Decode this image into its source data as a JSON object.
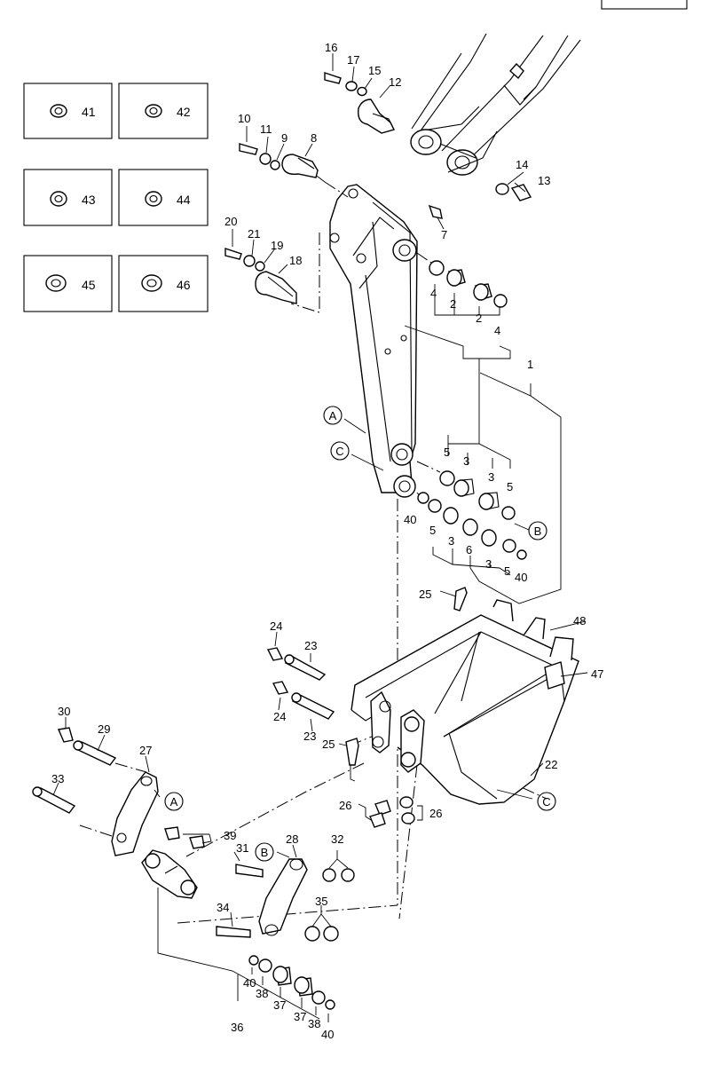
{
  "diagram": {
    "callouts": {
      "c1": "1",
      "c2a": "2",
      "c2b": "2",
      "c3a": "3",
      "c3b": "3",
      "c3c": "3",
      "c3d": "3",
      "c4a": "4",
      "c4b": "4",
      "c5a": "5",
      "c5b": "5",
      "c5c": "5",
      "c5d": "5",
      "c6": "6",
      "c7": "7",
      "c8": "8",
      "c9": "9",
      "c10": "10",
      "c11": "11",
      "c12": "12",
      "c13": "13",
      "c14": "14",
      "c15": "15",
      "c16": "16",
      "c17": "17",
      "c18": "18",
      "c19": "19",
      "c20": "20",
      "c21": "21",
      "c22": "22",
      "c23a": "23",
      "c23b": "23",
      "c24a": "24",
      "c24b": "24",
      "c25a": "25",
      "c25b": "25",
      "c26a": "26",
      "c26b": "26",
      "c27": "27",
      "c28": "28",
      "c29": "29",
      "c30": "30",
      "c31": "31",
      "c32": "32",
      "c33": "33",
      "c34": "34",
      "c35": "35",
      "c36": "36",
      "c37a": "37",
      "c37b": "37",
      "c38a": "38",
      "c38b": "38",
      "c39": "39",
      "c40a": "40",
      "c40b": "40",
      "c40c": "40",
      "c40d": "40",
      "c47": "47",
      "c48": "48"
    },
    "inset_boxes": [
      "41",
      "42",
      "43",
      "44",
      "45",
      "46"
    ],
    "reference_markers": {
      "a_arm": "A",
      "c_arm": "C",
      "b_arm": "B",
      "a_link": "A",
      "b_link": "B",
      "c_bucket": "C"
    }
  }
}
